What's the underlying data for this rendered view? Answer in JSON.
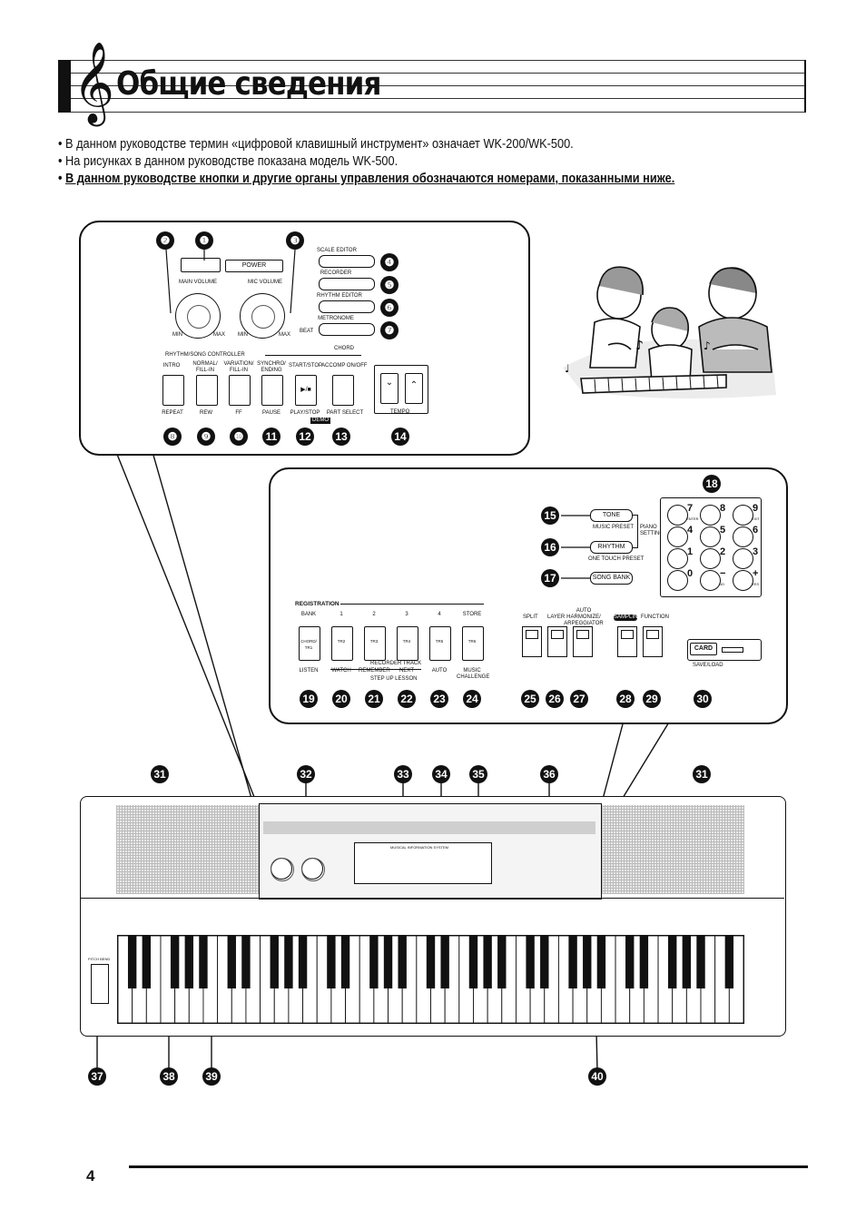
{
  "header": {
    "title": "Общие сведения",
    "clef_icon": "treble-clef-icon"
  },
  "bullets": [
    "• В данном руководстве термин «цифровой клавишный инструмент» означает WK-200/WK-500.",
    "• На рисунках в данном руководстве показана модель WK-500.",
    "В данном руководстве кнопки и другие органы управления обозначаются номерами, показанными ниже."
  ],
  "bullet_mark": "•",
  "panel_top": {
    "power": "POWER",
    "main_volume": "MAIN VOLUME",
    "mic_volume": "MIC VOLUME",
    "min": "MIN",
    "max": "MAX",
    "scale_editor": "SCALE EDITOR",
    "recorder": "RECORDER",
    "rhythm_editor": "RHYTHM EDITOR",
    "metronome": "METRONOME",
    "beat": "BEAT",
    "controller": "RHYTHM/SONG CONTROLLER",
    "chord": "CHORD",
    "top_labels": [
      "INTRO",
      "NORMAL/ FILL-IN",
      "VARIATION/ FILL-IN",
      "SYNCHRO/ ENDING",
      "START/STOP",
      "ACCOMP ON/OFF"
    ],
    "bottom_labels": [
      "REPEAT",
      "REW",
      "FF",
      "PAUSE",
      "PLAY/STOP",
      "PART SELECT"
    ],
    "demo": "DEMO",
    "tempo": "TEMPO",
    "play_glyph": "▶/■",
    "tempo_down": "⌄",
    "tempo_up": "⌃"
  },
  "panel_bottom": {
    "tone": "TONE",
    "music_preset": "MUSIC PRESET",
    "piano_setting": "PIANO SETTING",
    "rhythm": "RHYTHM",
    "one_touch_preset": "ONE TOUCH PRESET",
    "song_bank": "SONG BANK",
    "registration": "REGISTRATION",
    "reg_top": [
      "BANK",
      "1",
      "2",
      "3",
      "4",
      "STORE"
    ],
    "reg_btn": [
      "CHORD/ TR1",
      "TR2",
      "TR3",
      "TR4",
      "TR5",
      "TR6"
    ],
    "reg_bottom": [
      "LISTEN",
      "WATCH",
      "REMEMBER",
      "NEXT",
      "AUTO",
      "MUSIC CHALLENGE"
    ],
    "recorder_track": "RECORDER TRACK",
    "step_up_lesson": "STEP UP LESSON",
    "split": "SPLIT",
    "layer": "LAYER",
    "arpeggiator": "AUTO HARMONIZE/ ARPEGGIATOR",
    "sampling": "SAMPLING",
    "function": "FUNCTION",
    "card": "CARD",
    "save_load": "SAVE/LOAD",
    "numpad": [
      {
        "main": "7",
        "sub": "ENTER"
      },
      {
        "main": "8",
        "sub": ""
      },
      {
        "main": "9",
        "sub": "EXIT"
      },
      {
        "main": "4",
        "sub": ""
      },
      {
        "main": "5",
        "sub": ""
      },
      {
        "main": "6",
        "sub": ""
      },
      {
        "main": "1",
        "sub": ""
      },
      {
        "main": "2",
        "sub": ""
      },
      {
        "main": "3",
        "sub": ""
      },
      {
        "main": "0",
        "sub": ""
      },
      {
        "main": "−",
        "sub": "NO"
      },
      {
        "main": "+",
        "sub": "YES"
      }
    ]
  },
  "callout_numbers": {
    "n1": "❶",
    "n2": "❷",
    "n3": "❸",
    "n4": "❹",
    "n5": "❺",
    "n6": "❻",
    "n7": "❼",
    "n8": "❽",
    "n9": "❾",
    "n10": "❿",
    "n11": "11",
    "n12": "12",
    "n13": "13",
    "n14": "14",
    "n15": "15",
    "n16": "16",
    "n17": "17",
    "n18": "18",
    "n19": "19",
    "n20": "20",
    "n21": "21",
    "n22": "22",
    "n23": "23",
    "n24": "24",
    "n25": "25",
    "n26": "26",
    "n27": "27",
    "n28": "28",
    "n29": "29",
    "n30": "30",
    "n31": "31",
    "n32": "32",
    "n33": "33",
    "n34": "34",
    "n35": "35",
    "n36": "36",
    "n37": "37",
    "n38": "38",
    "n39": "39",
    "n40": "40"
  },
  "keyboard": {
    "display": "MUSICAL INFORMATION SYSTEM",
    "pitch_bend": "PITCH BEND"
  },
  "page_number": "4"
}
